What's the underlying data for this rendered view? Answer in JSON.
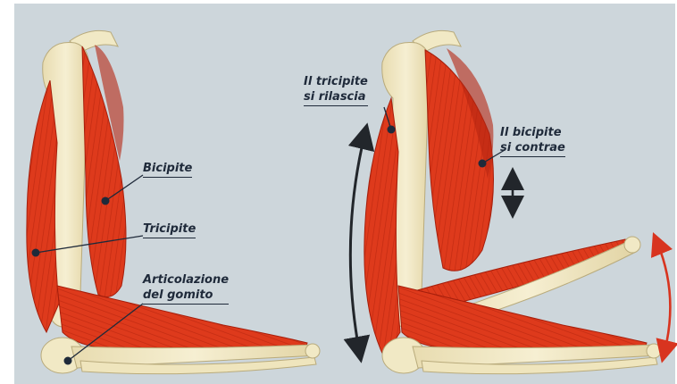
{
  "labels": {
    "left": {
      "biceps": "Bicipite",
      "triceps": "Tricipite",
      "joint_line1": "Articolazione",
      "joint_line2": "del gomito"
    },
    "right": {
      "triceps_line1": "Il tricipite",
      "triceps_line2": "si rilascia",
      "biceps_line1": "Il bicipite",
      "biceps_line2": "si contrae"
    }
  },
  "colors": {
    "background": "#cdd6db",
    "bone": "#f1e9c5",
    "muscle": "#de3a1c",
    "muscle_dark": "#b52410",
    "arrow_dark": "#22262b",
    "arrow_red": "#d8341f"
  },
  "icons": [
    "double-arrow-icon",
    "pointer-dot-icon"
  ]
}
